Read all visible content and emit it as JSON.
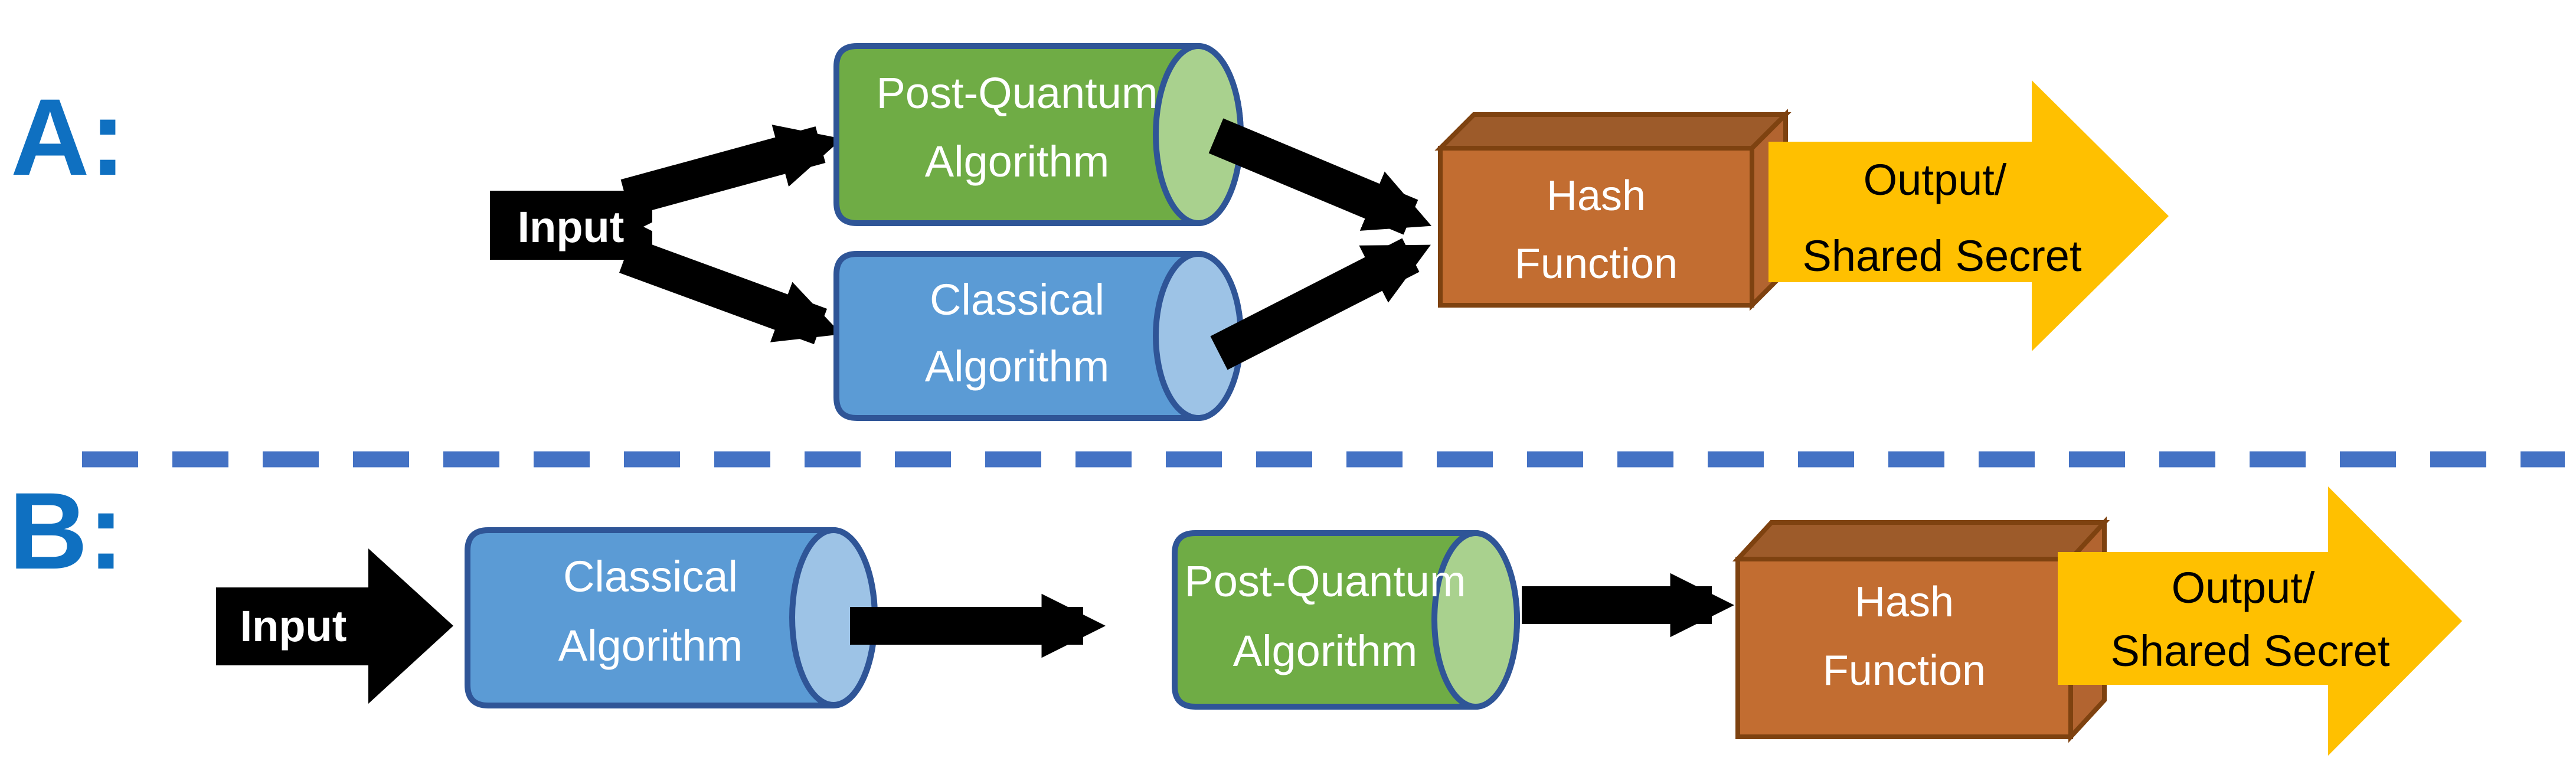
{
  "title": "Hybrid post-quantum / classical key combination diagram",
  "colors": {
    "section_label_blue": "#0F70C1",
    "cylinder_green_fill": "#6FAC45",
    "cylinder_green_cap": "#A9D18E",
    "cylinder_blue_fill": "#5B9BD5",
    "cylinder_blue_cap": "#9DC3E6",
    "cylinder_outline": "#2F5597",
    "box_front": "#C26D31",
    "box_top": "#9D5B2A",
    "box_side": "#B26430",
    "box_outline": "#7E4210",
    "output_arrow_yellow": "#FFC000",
    "flow_arrow_black": "#000000",
    "separator_dash_blue": "#4472C4",
    "text_white": "#FFFFFF",
    "text_black": "#000000"
  },
  "section_a": {
    "label": "A:",
    "input_label": "Input",
    "pq_cylinder": {
      "line1": "Post-Quantum",
      "line2": "Algorithm"
    },
    "classical_cylinder": {
      "line1": "Classical",
      "line2": "Algorithm"
    },
    "hash_box": {
      "line1": "Hash",
      "line2": "Function"
    },
    "output_arrow": {
      "line1": "Output/",
      "line2": "Shared Secret"
    }
  },
  "section_b": {
    "label": "B:",
    "input_label": "Input",
    "classical_cylinder": {
      "line1": "Classical",
      "line2": "Algorithm"
    },
    "pq_cylinder": {
      "line1": "Post-Quantum",
      "line2": "Algorithm"
    },
    "hash_box": {
      "line1": "Hash",
      "line2": "Function"
    },
    "output_arrow": {
      "line1": "Output/",
      "line2": "Shared Secret"
    }
  },
  "separator": {
    "style": "dashed"
  }
}
